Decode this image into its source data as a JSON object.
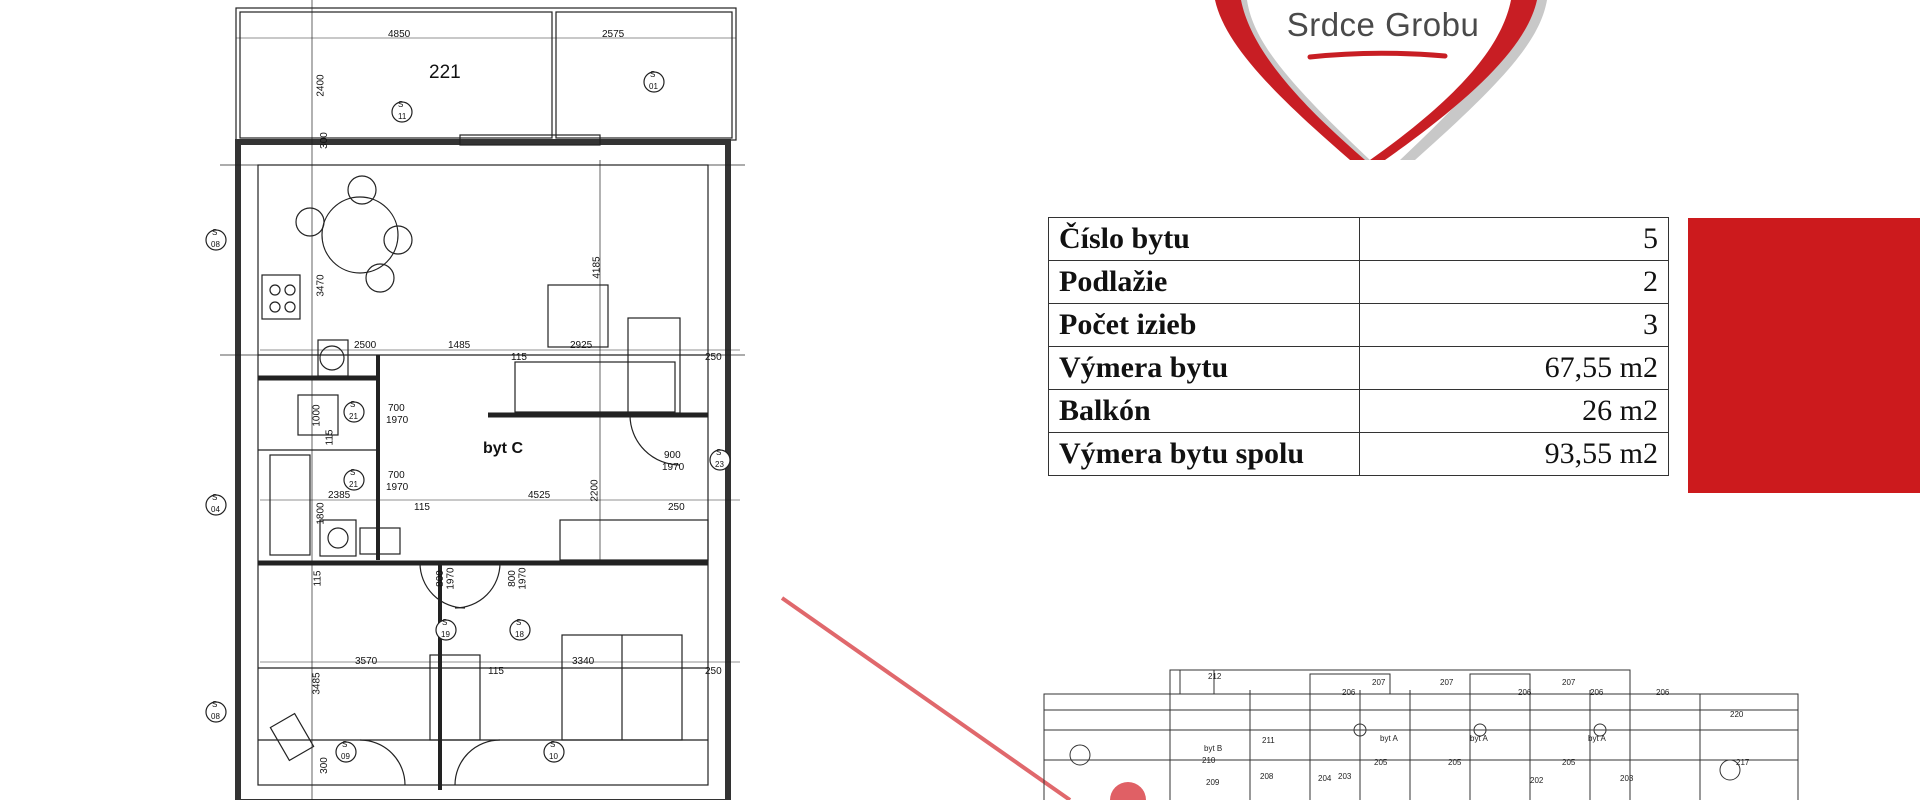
{
  "floor_plan": {
    "room_number": "221",
    "apartment_label": "byt C",
    "dimensions": [
      "4850",
      "2575",
      "2400",
      "300",
      "3470",
      "4185",
      "2500",
      "1485",
      "2925",
      "115",
      "250",
      "1000",
      "700",
      "1970",
      "700",
      "1970",
      "115",
      "900",
      "1970",
      "1800",
      "2385",
      "4525",
      "2200",
      "250",
      "115",
      "800",
      "1970",
      "800",
      "1970",
      "115",
      "3570",
      "3340",
      "250",
      "3485",
      "300",
      "115"
    ],
    "section_marks": [
      {
        "letter": "S",
        "num": "01"
      },
      {
        "letter": "S",
        "num": "11"
      },
      {
        "letter": "S",
        "num": "08"
      },
      {
        "letter": "S",
        "num": "21"
      },
      {
        "letter": "S",
        "num": "21"
      },
      {
        "letter": "S",
        "num": "23"
      },
      {
        "letter": "S",
        "num": "04"
      },
      {
        "letter": "S",
        "num": "19"
      },
      {
        "letter": "S",
        "num": "18"
      },
      {
        "letter": "S",
        "num": "08"
      },
      {
        "letter": "S",
        "num": "09"
      },
      {
        "letter": "S",
        "num": "10"
      }
    ]
  },
  "logo": {
    "text": "Srdce Grobu",
    "colors": {
      "heart": "#c81e24",
      "shadow": "#c8c8c8",
      "text": "#4a4a4a"
    }
  },
  "info_table": [
    {
      "label": "Číslo bytu",
      "value": "5"
    },
    {
      "label": "Podlažie",
      "value": "2"
    },
    {
      "label": "Počet izieb",
      "value": "3"
    },
    {
      "label": "Výmera bytu",
      "value": "67,55 m2"
    },
    {
      "label": "Balkón",
      "value": "26 m2"
    },
    {
      "label": "Výmera bytu spolu",
      "value": "93,55 m2"
    }
  ],
  "accent_color": "#cc1a1d",
  "key_plan": {
    "room_labels": [
      "212",
      "207",
      "207",
      "207",
      "206",
      "206",
      "206",
      "206",
      "220",
      "210",
      "211",
      "209",
      "208",
      "204",
      "203",
      "205",
      "205",
      "205",
      "203",
      "202",
      "217",
      "byt B",
      "byt A",
      "byt A",
      "byt A"
    ]
  }
}
